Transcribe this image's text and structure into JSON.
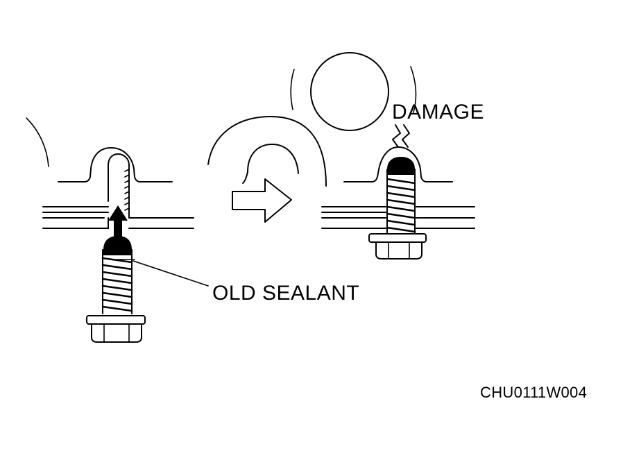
{
  "labels": {
    "damage": "DAMAGE",
    "old_sealant": "OLD SEALANT",
    "figure_code": "CHU0111W004"
  },
  "colors": {
    "ink": "#000000",
    "background": "#ffffff"
  }
}
